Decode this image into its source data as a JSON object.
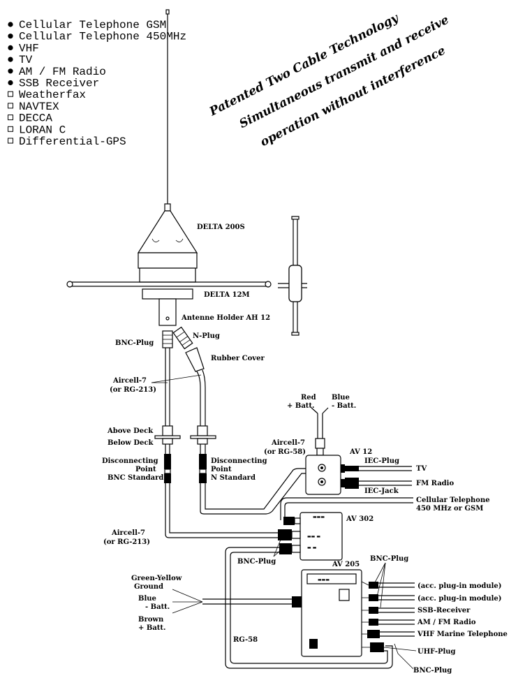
{
  "features": [
    {
      "label": "Cellular Telephone GSM",
      "bullet": "filled"
    },
    {
      "label": "Cellular Telephone 450MHz",
      "bullet": "filled"
    },
    {
      "label": "VHF",
      "bullet": "filled"
    },
    {
      "label": "TV",
      "bullet": "filled"
    },
    {
      "label": "AM / FM Radio",
      "bullet": "filled"
    },
    {
      "label": "SSB Receiver",
      "bullet": "filled"
    },
    {
      "label": "Weatherfax",
      "bullet": "hollow"
    },
    {
      "label": "NAVTEX",
      "bullet": "hollow"
    },
    {
      "label": "DECCA",
      "bullet": "hollow"
    },
    {
      "label": "LORAN C",
      "bullet": "hollow"
    },
    {
      "label": "Differential-GPS",
      "bullet": "hollow"
    }
  ],
  "slogan": {
    "line1": "Patented Two Cable Technology",
    "line2": "Simultaneous transmit and receive",
    "line3": "operation without interference"
  },
  "antenna": {
    "delta200s": "DELTA 200S",
    "delta12m": "DELTA 12M",
    "holder": "Antenne Holder AH 12"
  },
  "labels": {
    "bnc_plug_top": "BNC-Plug",
    "n_plug": "N-Plug",
    "rubber_cover": "Rubber Cover",
    "aircell7_top": "Aircell-7",
    "rg213_top": "(or RG-213)",
    "above_deck": "Above Deck",
    "below_deck": "Below Deck",
    "disc_left_1": "Disconnecting",
    "disc_left_2": "Point",
    "disc_left_3": "BNC Standard",
    "disc_right_1": "Disconnecting",
    "disc_right_2": "Point",
    "disc_right_3": "N Standard",
    "red": "Red",
    "red_batt": "+ Batt.",
    "blue": "Blue",
    "blue_batt": "- Batt.",
    "aircell7_av12": "Aircell-7",
    "rg58_av12": "(or RG-58)",
    "av12": "AV 12",
    "iec_plug": "IEC-Plug",
    "iec_jack": "IEC-Jack",
    "tv": "TV",
    "fm_radio": "FM Radio",
    "cell_1": "Cellular Telephone",
    "cell_2": "450 MHz or GSM",
    "av302": "AV 302",
    "aircell7_bottom": "Aircell-7",
    "rg213_bottom": "(or RG-213)",
    "bnc_plug_av302": "BNC-Plug",
    "av205": "AV 205",
    "bnc_plug_av205": "BNC-Plug",
    "green_yellow_1": "Green-Yellow",
    "green_yellow_2": "Ground",
    "blue_wire_1": "Blue",
    "blue_wire_2": "- Batt.",
    "brown_wire_1": "Brown",
    "brown_wire_2": "+ Batt.",
    "rg58": "RG-58",
    "out_acc1": "(acc. plug-in module)",
    "out_acc2": "(acc. plug-in module)",
    "out_ssb": "SSB-Receiver",
    "out_amfm": "AM / FM Radio",
    "out_vhf": "VHF Marine Telephone",
    "uhf_plug": "UHF-Plug",
    "bnc_plug_bottom": "BNC-Plug"
  }
}
